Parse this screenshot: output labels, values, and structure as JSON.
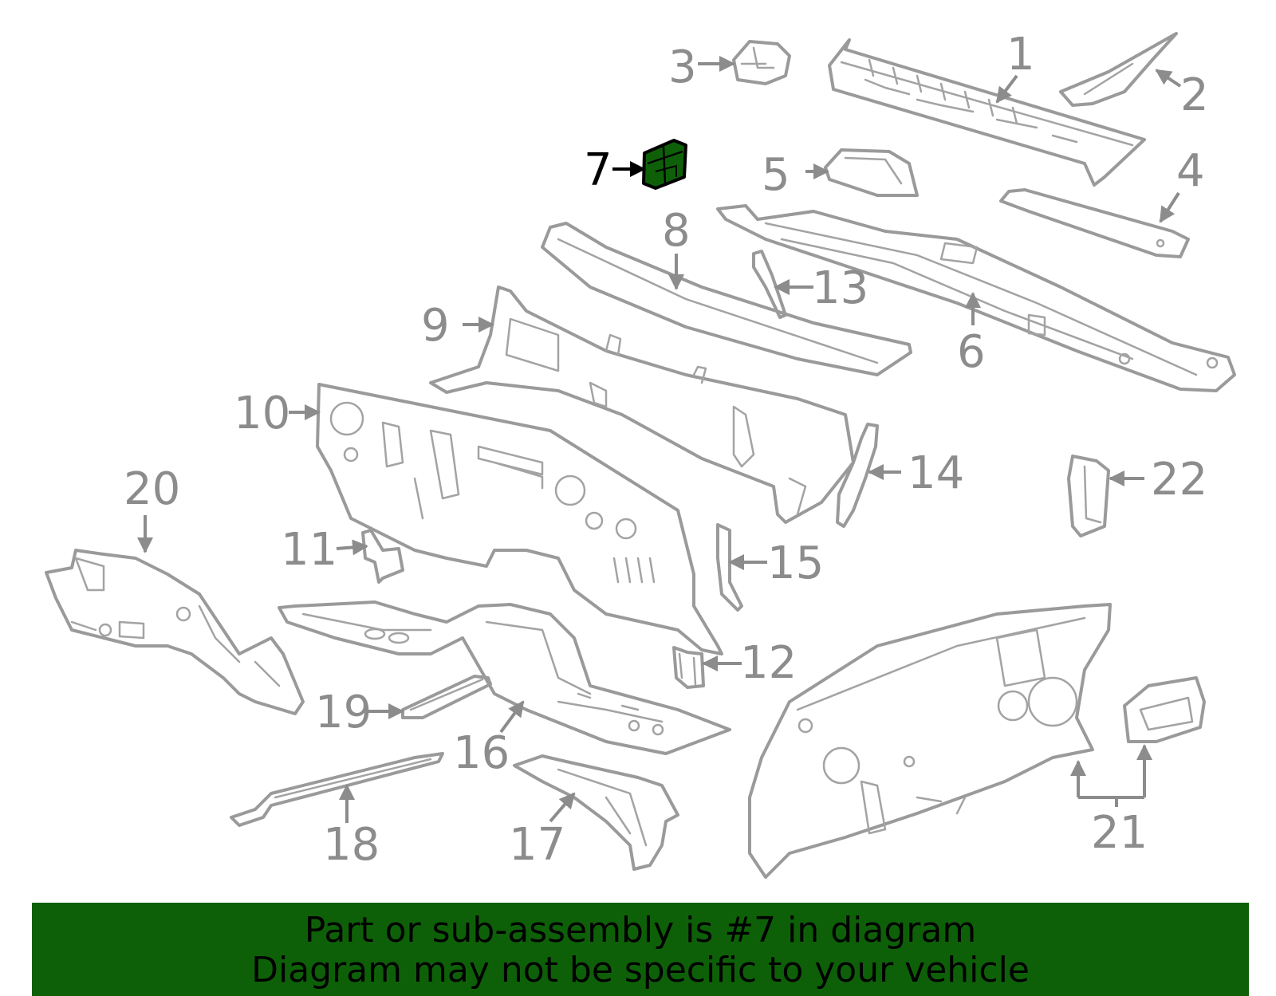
{
  "diagram": {
    "highlight_color": "#0e6008",
    "highlighted_part": "7",
    "callouts": [
      "1",
      "2",
      "3",
      "4",
      "5",
      "6",
      "7",
      "8",
      "9",
      "10",
      "11",
      "12",
      "13",
      "14",
      "15",
      "16",
      "17",
      "18",
      "19",
      "20",
      "21",
      "22"
    ]
  },
  "banner": {
    "line1": "Part or sub-assembly is #7 in diagram",
    "line2": "Diagram may not be specific to your vehicle",
    "color": "#0e6008"
  }
}
